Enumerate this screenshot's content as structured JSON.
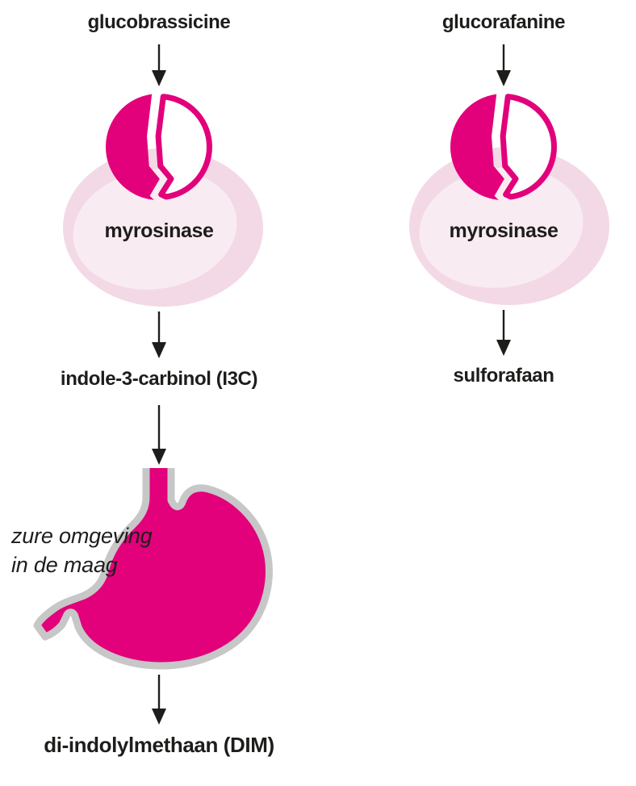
{
  "left_pathway": {
    "substrate": "glucobrassicine",
    "enzyme": "myrosinase",
    "intermediate": "indole-3-carbinol (I3C)",
    "condition_line1": "zure omgeving",
    "condition_line2": "in de maag",
    "product": "di-indolylmethaan (DIM)"
  },
  "right_pathway": {
    "substrate": "glucorafanine",
    "enzyme": "myrosinase",
    "product": "sulforafaan"
  },
  "icons": {
    "enzyme_icon": "split-circle-enzyme-icon",
    "cell_icon": "cell-ellipse",
    "stomach_icon": "stomach-icon",
    "arrow_icon": "arrow-down-icon"
  },
  "colors": {
    "magenta": "#e2007b",
    "pink-outer": "#f3d9e5",
    "pink-inner": "#f9ebf2",
    "gray-outline": "#c7c7c7",
    "ink": "#1d1d1b",
    "background": "#ffffff"
  }
}
